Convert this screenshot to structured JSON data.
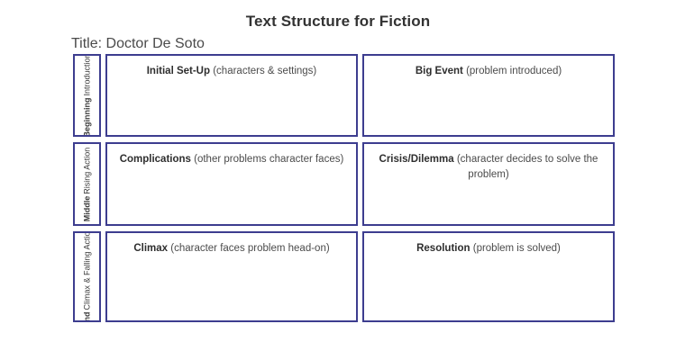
{
  "heading": {
    "chart_title": "Text Structure for Fiction",
    "story_title": "Title: Doctor De Soto"
  },
  "colors": {
    "border": "#3d3d8f",
    "title_text": "#333333",
    "body_text": "#3f3f3f",
    "background": "#ffffff"
  },
  "organizer": {
    "rows": [
      {
        "stage": "Beginning",
        "stage_sub": "Introduction",
        "left_cell": {
          "key": "Initial Set-Up",
          "detail": "(characters & settings)"
        },
        "right_cell": {
          "key": "Big Event",
          "detail": "(problem introduced)"
        }
      },
      {
        "stage": "Middle",
        "stage_sub": "Rising Action",
        "left_cell": {
          "key": "Complications",
          "detail": "(other problems character faces)"
        },
        "right_cell": {
          "key": "Crisis/Dilemma",
          "detail": "(character decides to solve the problem)"
        }
      },
      {
        "stage": "End",
        "stage_sub": "Climax & Falling Action",
        "left_cell": {
          "key": "Climax",
          "detail": "(character faces problem head-on)"
        },
        "right_cell": {
          "key": "Resolution",
          "detail": "(problem is solved)"
        }
      }
    ]
  }
}
